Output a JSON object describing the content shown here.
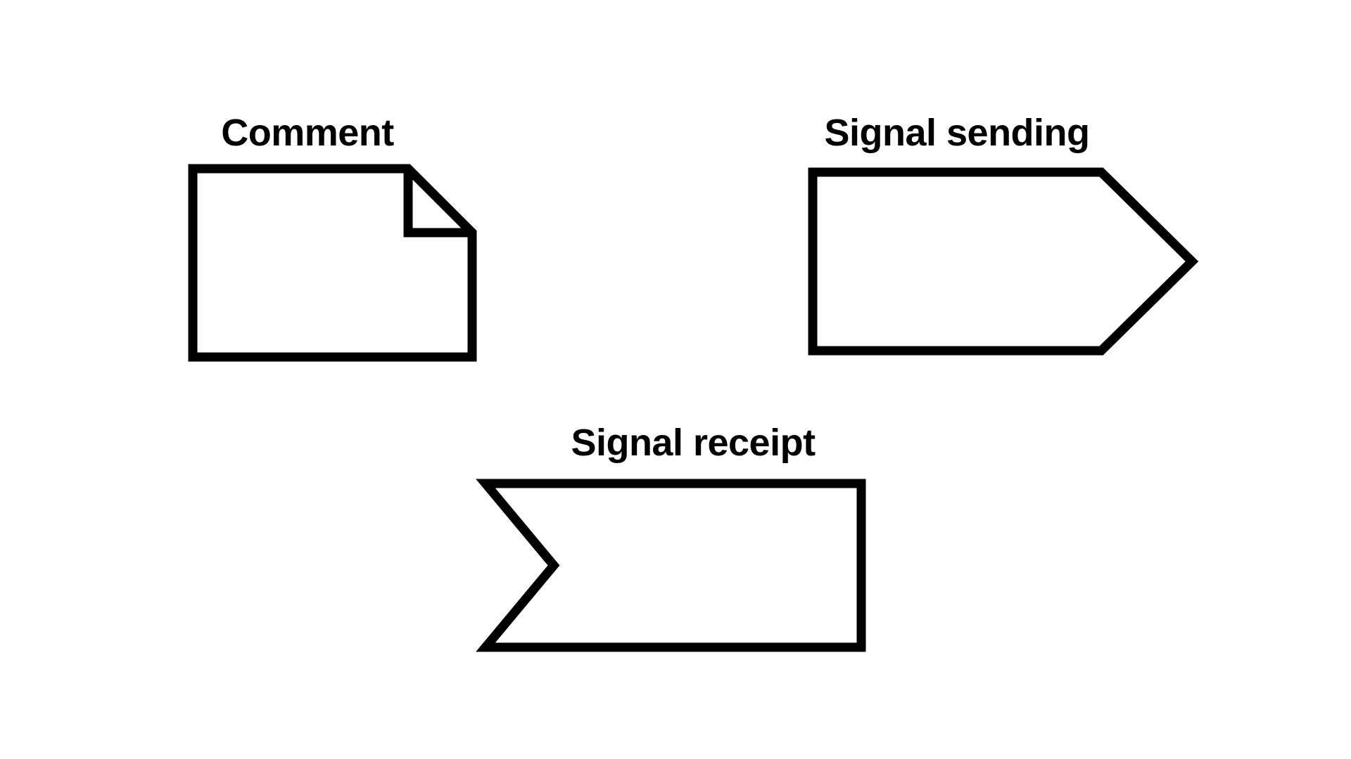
{
  "page": {
    "background_color": "#ffffff"
  },
  "colors": {
    "shape_stroke": "#000000",
    "shape_fill": "#ffffff",
    "label_color": "#000000"
  },
  "shapes": [
    {
      "id": "comment",
      "label": "Comment",
      "type": "note-with-folded-corner"
    },
    {
      "id": "signal-sending",
      "label": "Signal sending",
      "type": "right-pointing-pentagon"
    },
    {
      "id": "signal-receipt",
      "label": "Signal receipt",
      "type": "rectangle-with-left-notch"
    }
  ]
}
